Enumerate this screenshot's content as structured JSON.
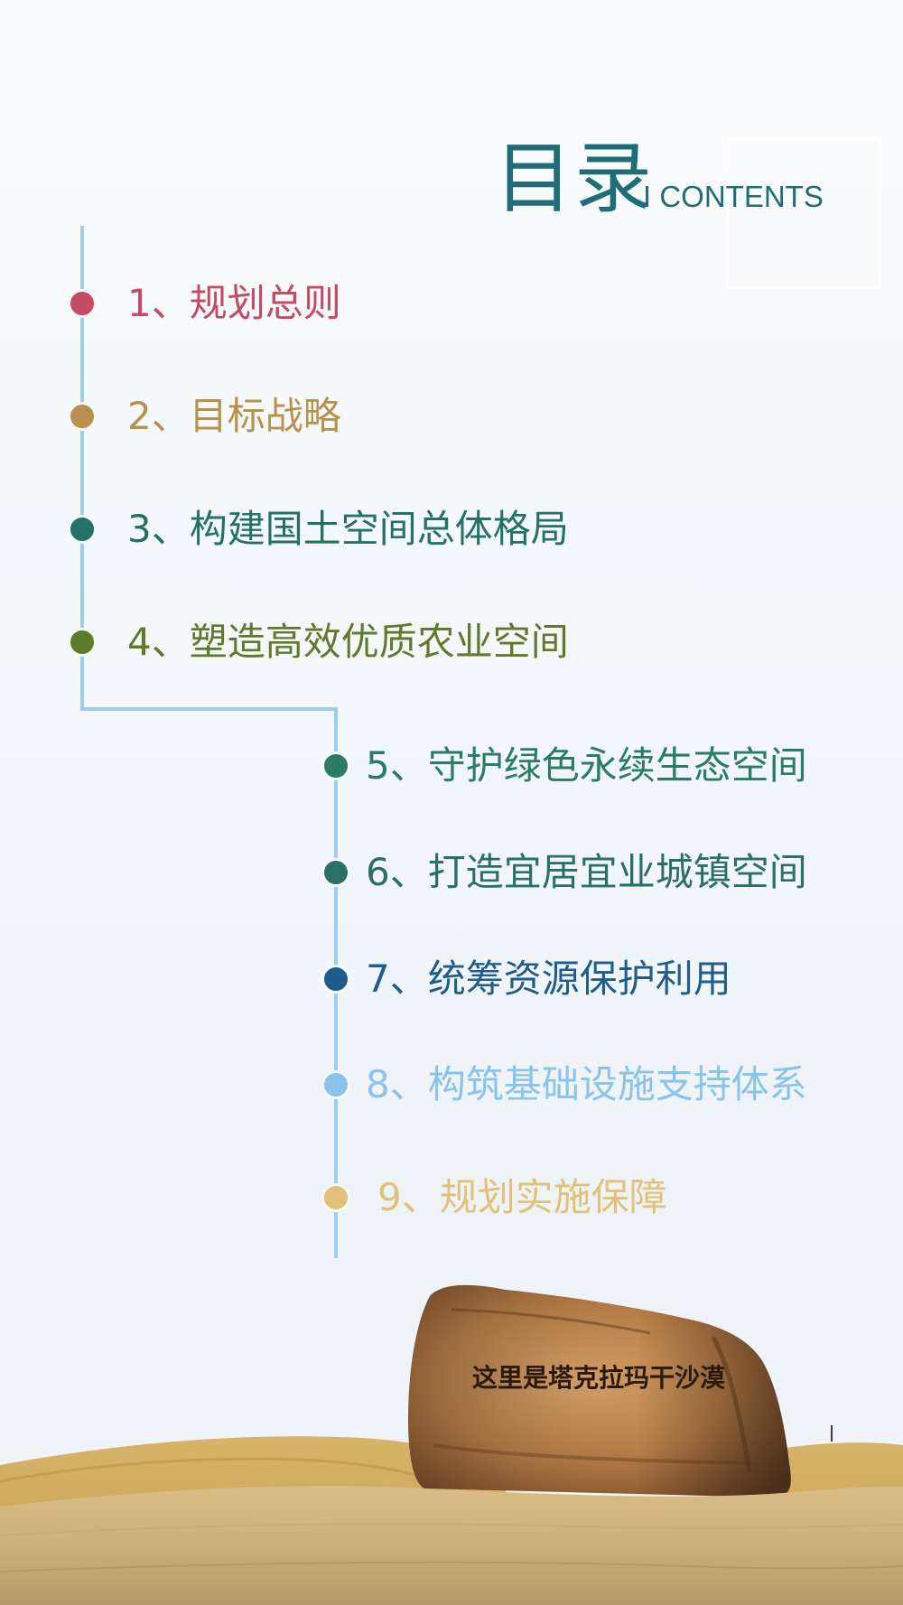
{
  "title": {
    "chinese": "目录",
    "english": "I CONTENTS"
  },
  "contents": [
    {
      "label": "1、规划总则",
      "color": "#c54a64"
    },
    {
      "label": "2、目标战略",
      "color": "#b8924c"
    },
    {
      "label": "3、构建国土空间总体格局",
      "color": "#247168"
    },
    {
      "label": "4、塑造高效优质农业空间",
      "color": "#5e7b2c"
    },
    {
      "label": "5、守护绿色永续生态空间",
      "color": "#2a7c64"
    },
    {
      "label": "6、打造宜居宜业城镇空间",
      "color": "#2a7068"
    },
    {
      "label": "7、统筹资源保护利用",
      "color": "#205d8c"
    },
    {
      "label": "8、构筑基础设施支持体系",
      "color": "#8ac3ec"
    },
    {
      "label": "9、规划实施保障",
      "color": "#e2c27a"
    }
  ],
  "rock_inscription": "这里是塔克拉玛干沙漠"
}
